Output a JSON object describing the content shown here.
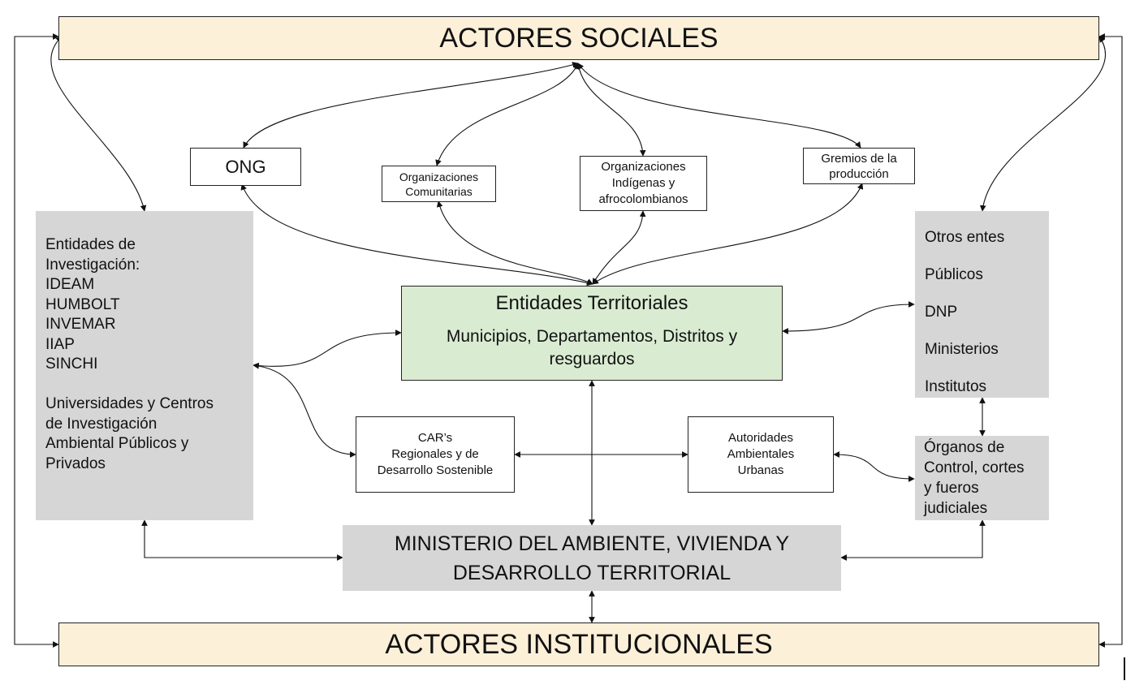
{
  "nodes": {
    "actores_sociales": "ACTORES SOCIALES",
    "actores_institucionales": "ACTORES INSTITUCIONALES",
    "ong": "ONG",
    "org_comunitarias": [
      "Organizaciones",
      "Comunitarias"
    ],
    "org_indigenas": [
      "Organizaciones",
      "Indígenas y",
      "afrocolombianos"
    ],
    "gremios": [
      "Gremios de la",
      "producción"
    ],
    "entidades_investigacion": [
      "Entidades de",
      "Investigación:",
      "IDEAM",
      "HUMBOLT",
      "INVEMAR",
      "IIAP",
      "SINCHI",
      "",
      "Universidades y Centros",
      "de Investigación",
      "Ambiental Públicos y",
      "Privados"
    ],
    "otros_entes": [
      "Otros entes",
      "Públicos",
      "DNP",
      "Ministerios",
      "Institutos"
    ],
    "entidades_territoriales": {
      "title": "Entidades Territoriales",
      "subtitle": [
        "Municipios, Departamentos, Distritos y",
        "resguardos"
      ]
    },
    "cars": [
      "CAR’s",
      "Regionales y de",
      "Desarrollo Sostenible"
    ],
    "autoridades": [
      "Autoridades",
      "Ambientales",
      "Urbanas"
    ],
    "organos_control": [
      "Órganos de",
      "Control, cortes",
      "y fueros",
      "judiciales"
    ],
    "ministerio": [
      "MINISTERIO DEL AMBIENTE, VIVIENDA Y",
      "DESARROLLO TERRITORIAL"
    ]
  }
}
